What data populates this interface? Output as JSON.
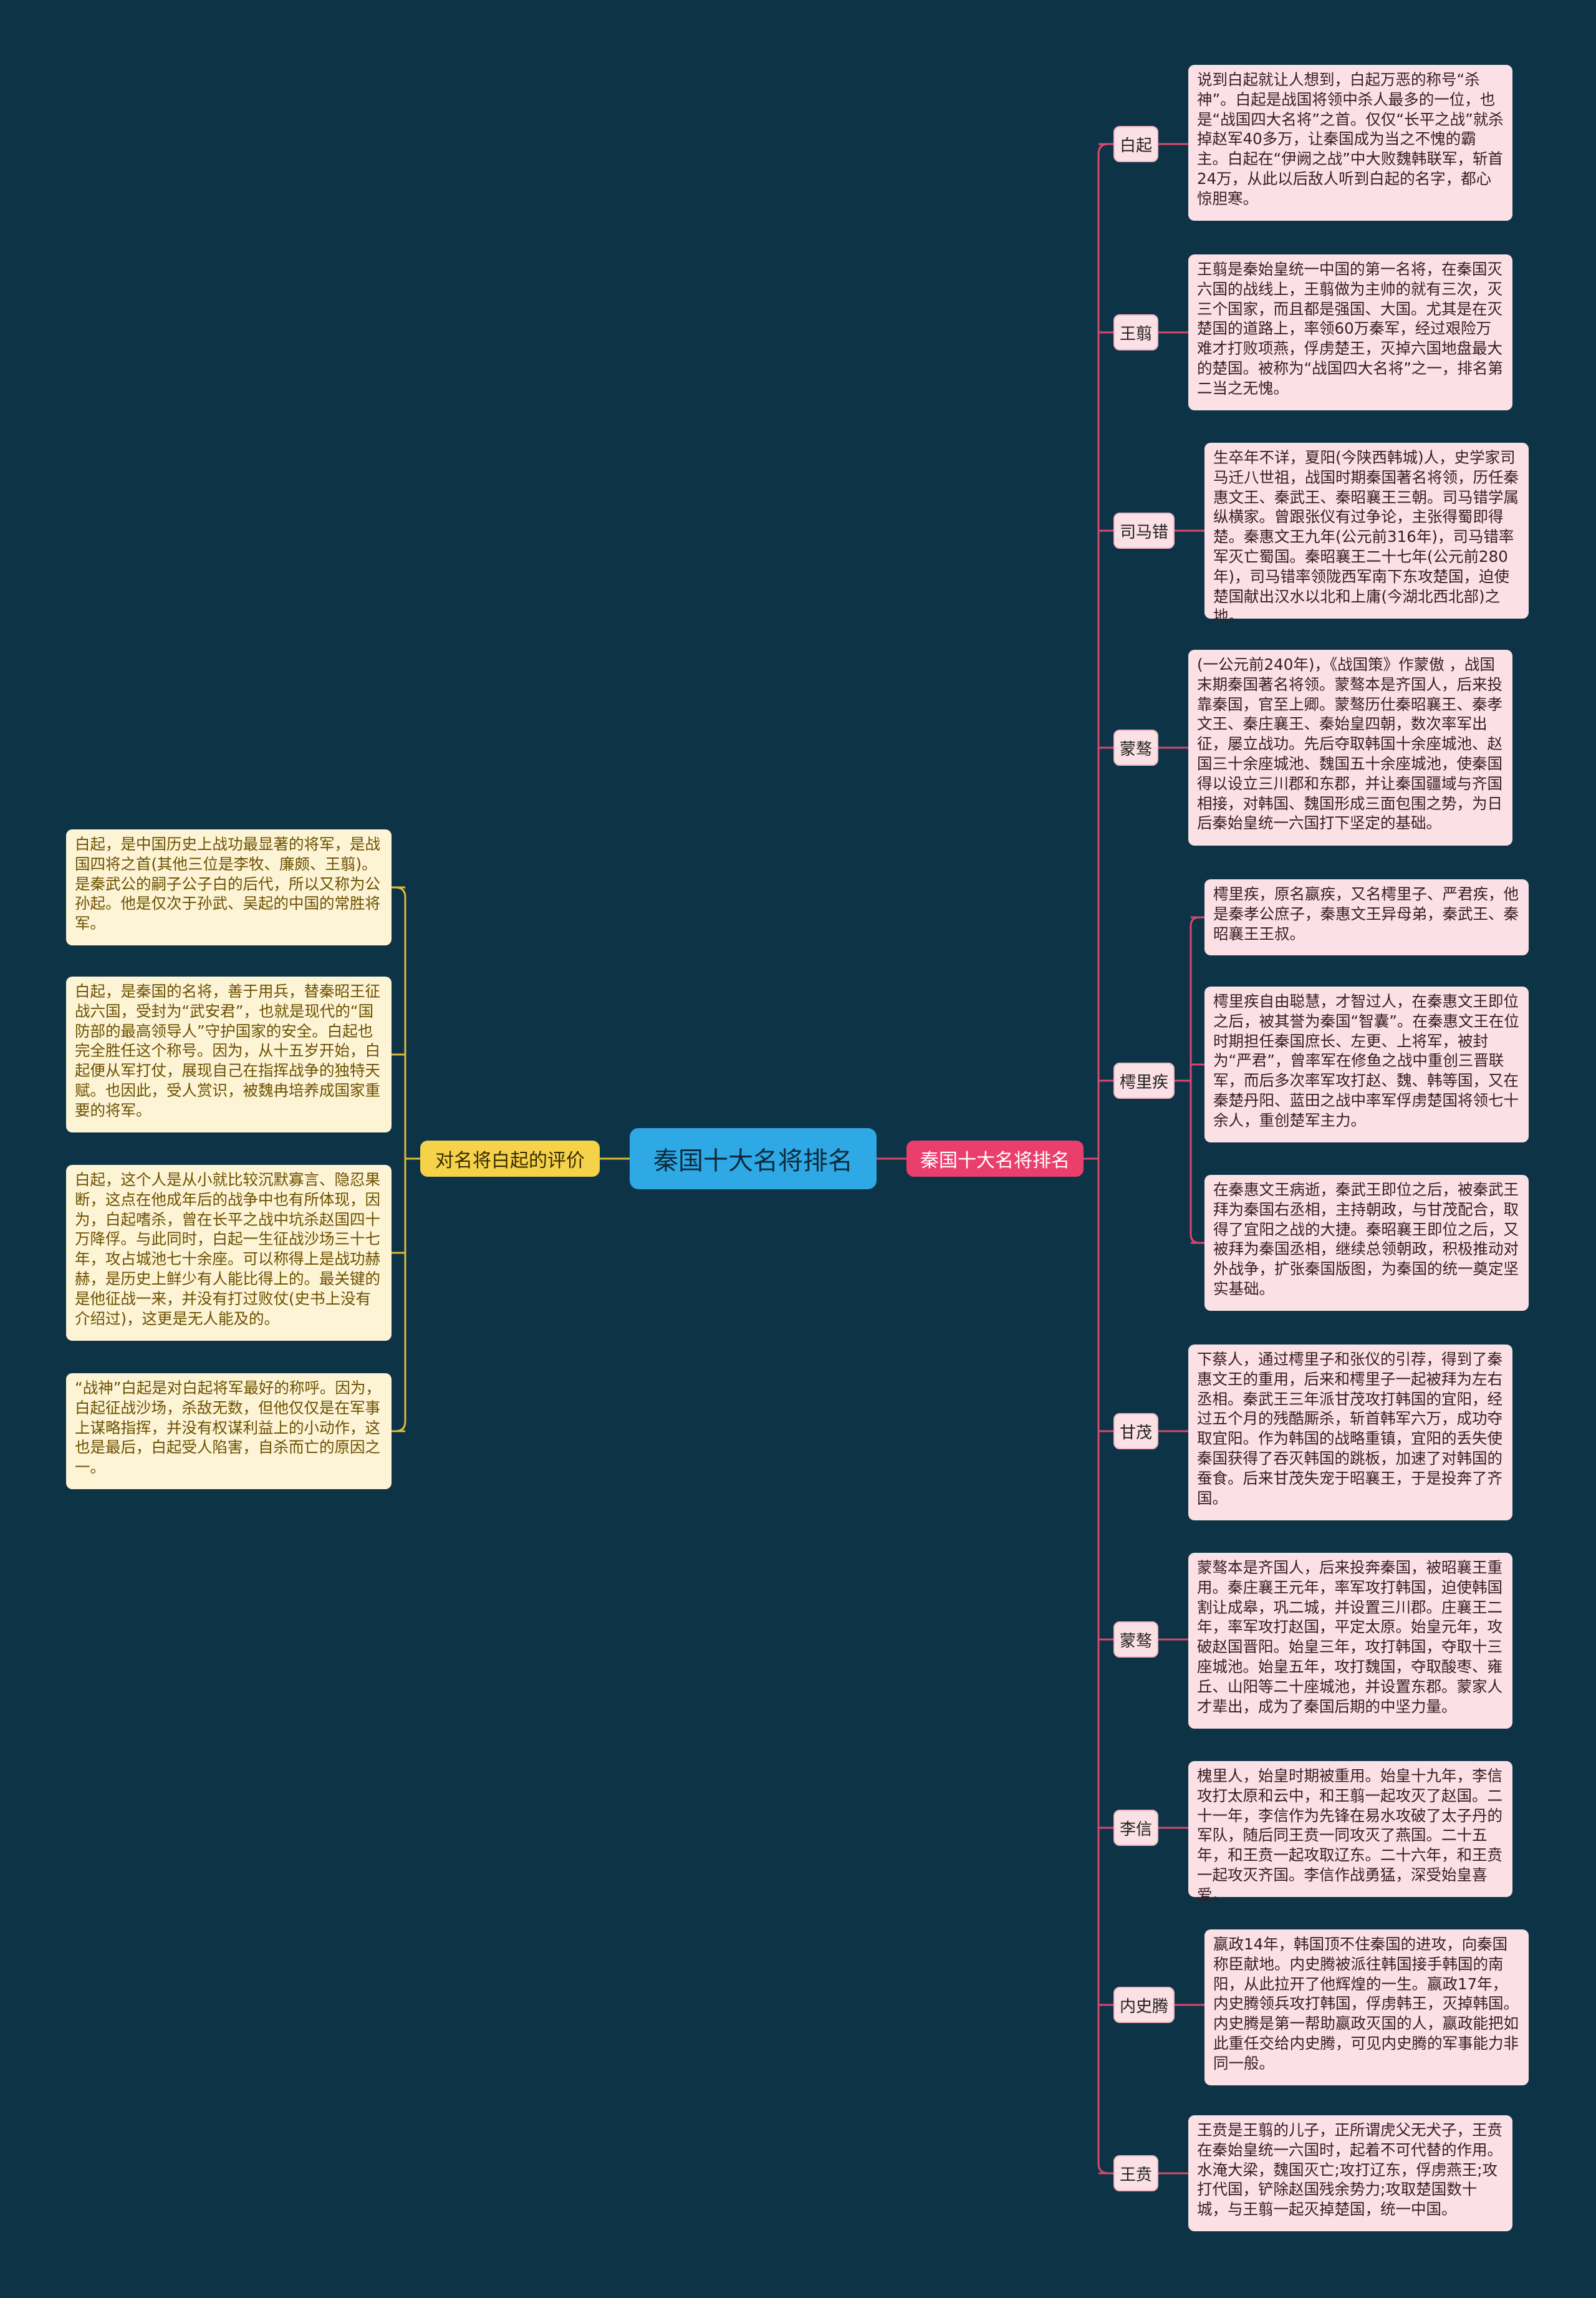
{
  "root": {
    "label": "秦国十大名将排名"
  },
  "right_branch": {
    "label": "秦国十大名将排名",
    "generals": [
      {
        "name": "白起",
        "details": [
          "说到白起就让人想到，白起万恶的称号“杀神”。白起是战国将领中杀人最多的一位，也是“战国四大名将”之首。仅仅“长平之战”就杀掉赵军40多万，让秦国成为当之不愧的霸主。白起在“伊阙之战”中大败魏韩联军，斩首24万，从此以后敌人听到白起的名字，都心惊胆寒。"
        ]
      },
      {
        "name": "王翦",
        "details": [
          "王翦是秦始皇统一中国的第一名将，在秦国灭六国的战线上，王翦做为主帅的就有三次，灭三个国家，而且都是强国、大国。尤其是在灭楚国的道路上，率领60万秦军，经过艰险万难才打败项燕，俘虏楚王，灭掉六国地盘最大的楚国。被称为“战国四大名将”之一，排名第二当之无愧。"
        ]
      },
      {
        "name": "司马错",
        "details": [
          "生卒年不详，夏阳(今陕西韩城)人，史学家司马迁八世祖，战国时期秦国著名将领，历任秦惠文王、秦武王、秦昭襄王三朝。司马错学属纵横家。曾跟张仪有过争论，主张得蜀即得楚。秦惠文王九年(公元前316年)，司马错率军灭亡蜀国。秦昭襄王二十七年(公元前280年)，司马错率领陇西军南下东攻楚国，迫使楚国献出汉水以北和上庸(今湖北西北部)之地。"
        ]
      },
      {
        "name": "蒙骜",
        "details": [
          "(一公元前240年)，《战国策》作蒙傲 ，战国末期秦国著名将领。蒙骜本是齐国人，后来投靠秦国，官至上卿。蒙骜历仕秦昭襄王、秦孝文王、秦庄襄王、秦始皇四朝，数次率军出征，屡立战功。先后夺取韩国十余座城池、赵国三十余座城池、魏国五十余座城池，使秦国得以设立三川郡和东郡，并让秦国疆域与齐国相接，对韩国、魏国形成三面包围之势，为日后秦始皇统一六国打下坚定的基础。"
        ]
      },
      {
        "name": "樗里疾",
        "details": [
          "樗里疾，原名嬴疾，又名樗里子、严君疾，他是秦孝公庶子，秦惠文王异母弟，秦武王、秦昭襄王王叔。",
          "樗里疾自由聪慧，才智过人，在秦惠文王即位之后，被其誉为秦国“智囊”。在秦惠文王在位时期担任秦国庶长、左更、上将军，被封为“严君”，曾率军在修鱼之战中重创三晋联军，而后多次率军攻打赵、魏、韩等国，又在秦楚丹阳、蓝田之战中率军俘虏楚国将领七十余人，重创楚军主力。",
          "在秦惠文王病逝，秦武王即位之后，被秦武王拜为秦国右丞相，主持朝政，与甘茂配合，取得了宜阳之战的大捷。秦昭襄王即位之后，又被拜为秦国丞相，继续总领朝政，积极推动对外战争，扩张秦国版图，为秦国的统一奠定坚实基础。"
        ]
      },
      {
        "name": "甘茂",
        "details": [
          "下蔡人，通过樗里子和张仪的引荐，得到了秦惠文王的重用，后来和樗里子一起被拜为左右丞相。秦武王三年派甘茂攻打韩国的宜阳，经过五个月的残酷厮杀，斩首韩军六万，成功夺取宜阳。作为韩国的战略重镇，宜阳的丢失使秦国获得了吞灭韩国的跳板，加速了对韩国的蚕食。后来甘茂失宠于昭襄王，于是投奔了齐国。"
        ]
      },
      {
        "name": "蒙骜",
        "details": [
          "蒙骜本是齐国人，后来投奔秦国，被昭襄王重用。秦庄襄王元年，率军攻打韩国，迫使韩国割让成皋，巩二城，并设置三川郡。庄襄王二年，率军攻打赵国，平定太原。始皇元年，攻破赵国晋阳。始皇三年，攻打韩国，夺取十三座城池。始皇五年，攻打魏国，夺取酸枣、雍丘、山阳等二十座城池，并设置东郡。蒙家人才辈出，成为了秦国后期的中坚力量。"
        ]
      },
      {
        "name": "李信",
        "details": [
          "槐里人，始皇时期被重用。始皇十九年，李信攻打太原和云中，和王翦一起攻灭了赵国。二十一年，李信作为先锋在易水攻破了太子丹的军队，随后同王贲一同攻灭了燕国。二十五年，和王贲一起攻取辽东。二十六年，和王贲一起攻灭齐国。李信作战勇猛，深受始皇喜爱。"
        ]
      },
      {
        "name": "内史腾",
        "details": [
          "嬴政14年，韩国顶不住秦国的进攻，向秦国称臣献地。内史腾被派往韩国接手韩国的南阳，从此拉开了他辉煌的一生。嬴政17年，内史腾领兵攻打韩国，俘虏韩王，灭掉韩国。内史腾是第一帮助嬴政灭国的人，嬴政能把如此重任交给内史腾，可见内史腾的军事能力非同一般。"
        ]
      },
      {
        "name": "王贲",
        "details": [
          "王贲是王翦的儿子，正所谓虎父无犬子，王贲在秦始皇统一六国时，起着不可代替的作用。水淹大梁，魏国灭亡;攻打辽东，俘虏燕王;攻打代国，铲除赵国残余势力;攻取楚国数十城，与王翦一起灭掉楚国，统一中国。"
        ]
      }
    ]
  },
  "left_branch": {
    "label": "对名将白起的评价",
    "items": [
      "白起，是中国历史上战功最显著的将军，是战国四将之首(其他三位是李牧、廉颇、王翦)。是秦武公的嗣子公子白的后代，所以又称为公孙起。他是仅次于孙武、吴起的中国的常胜将军。",
      "白起，是秦国的名将，善于用兵，替秦昭王征战六国，受封为“武安君”，也就是现代的“国防部的最高领导人”守护国家的安全。白起也完全胜任这个称号。因为，从十五岁开始，白起便从军打仗，展现自己在指挥战争的独特天赋。也因此，受人赏识，被魏冉培养成国家重要的将军。",
      "白起，这个人是从小就比较沉默寡言、隐忍果断，这点在他成年后的战争中也有所体现，因为，白起嗜杀，曾在长平之战中坑杀赵国四十万降俘。与此同时，白起一生征战沙场三十七年，攻占城池七十余座。可以称得上是战功赫赫，是历史上鲜少有人能比得上的。最关键的是他征战一来，并没有打过败仗(史书上没有介绍过)，这更是无人能及的。",
      "“战神”白起是对白起将军最好的称呼。因为，白起征战沙场，杀敌无数，但他仅仅是在军事上谋略指挥，并没有权谋利益上的小动作，这也是最后，白起受人陷害，自杀而亡的原因之一。"
    ]
  },
  "colors": {
    "background": "#0c3446",
    "root": "#2fa8e6",
    "right_branch": "#ea3f6c",
    "left_branch": "#f5d24a",
    "right_line": "#d9486e",
    "left_line": "#e0b93a"
  }
}
